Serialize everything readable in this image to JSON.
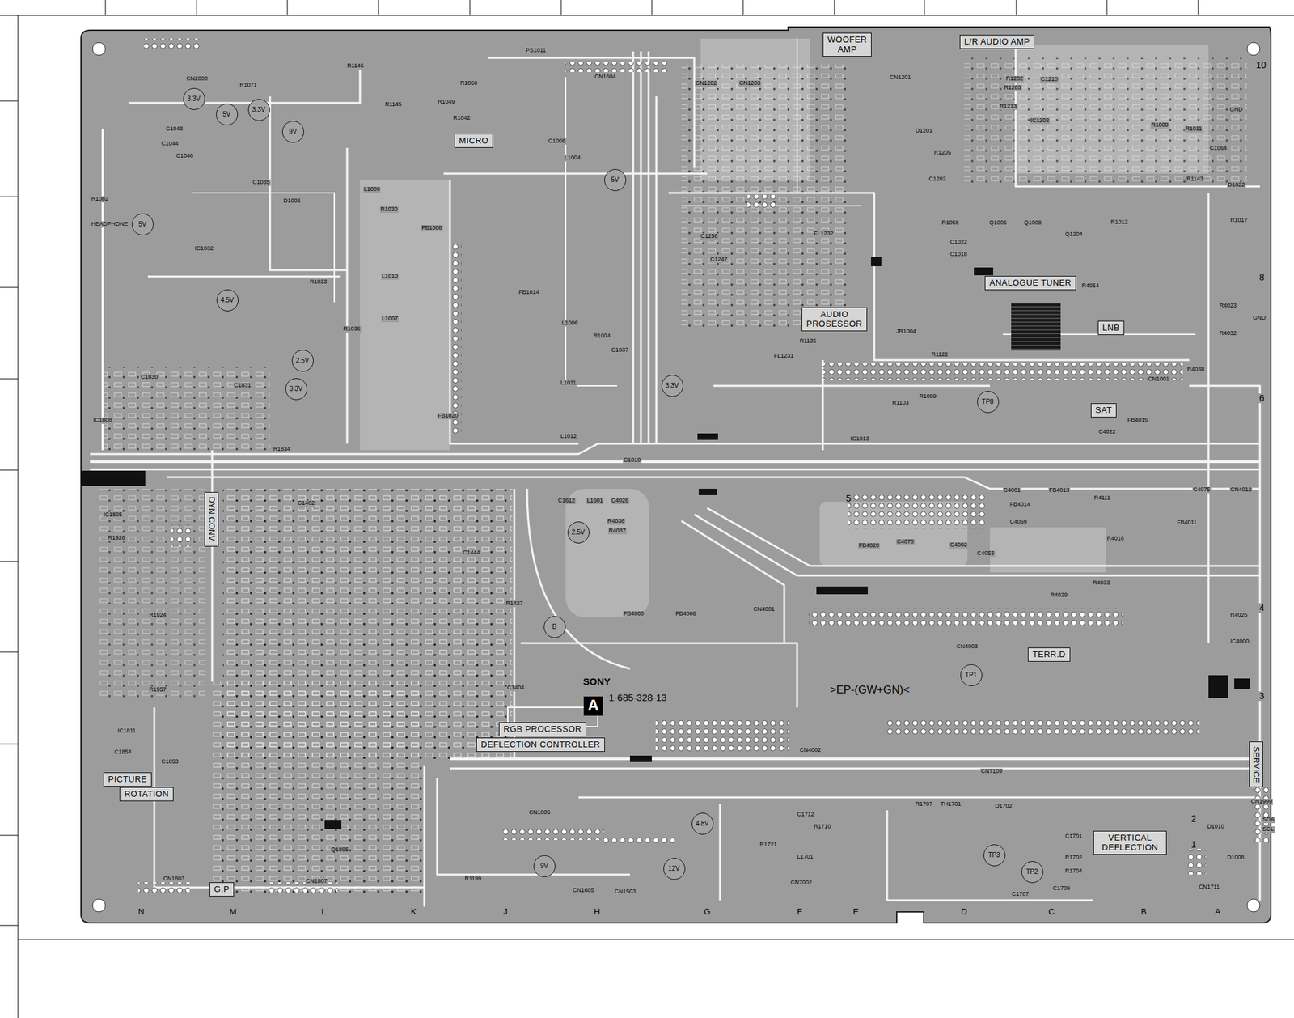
{
  "diagram": {
    "nodes": [
      {
        "text": [
          "WOOFER AMP"
        ]
      },
      {
        "text": [
          "L/R AUDIO AMP"
        ]
      },
      {
        "text": [
          "MICRO"
        ]
      },
      {
        "text": [
          "ANALOGUE TUNER"
        ]
      },
      {
        "text": [
          "AUDIO PROSESSOR"
        ]
      },
      {
        "text": [
          "LNB"
        ]
      },
      {
        "text": [
          "SAT"
        ]
      },
      {
        "text": [
          "DYN.CONV."
        ]
      },
      {
        "text": [
          "TERR.D"
        ]
      },
      {
        "text": [
          "RGB PROCESSOR"
        ]
      },
      {
        "text": [
          "DEFLECTION CONTROLLER"
        ]
      },
      {
        "text": [
          "PICTURE"
        ]
      },
      {
        "text": [
          "ROTATION"
        ]
      },
      {
        "text": [
          "G.P"
        ]
      },
      {
        "text": [
          "VERTICAL DEFLECTION"
        ]
      },
      {
        "text": [
          "SERVICE"
        ]
      },
      {
        "text": [
          "A"
        ]
      },
      {
        "text": [
          "3.3V"
        ]
      },
      {
        "text": [
          "5V"
        ]
      },
      {
        "text": [
          "3.3V"
        ]
      },
      {
        "text": [
          "9V"
        ]
      },
      {
        "text": [
          "5V"
        ]
      },
      {
        "text": [
          "4.5V"
        ]
      },
      {
        "text": [
          "2.5V"
        ]
      },
      {
        "text": [
          "3.3V"
        ]
      },
      {
        "text": [
          "5V"
        ]
      },
      {
        "text": [
          "3.3V"
        ]
      },
      {
        "text": [
          "2.5V"
        ]
      },
      {
        "text": [
          "B"
        ]
      },
      {
        "text": [
          "TP8"
        ]
      },
      {
        "text": [
          "TP1"
        ]
      },
      {
        "text": [
          "4.8V"
        ]
      },
      {
        "text": [
          "9V"
        ]
      },
      {
        "text": [
          "12V"
        ]
      },
      {
        "text": [
          "TP3"
        ]
      },
      {
        "text": [
          "TP2"
        ]
      }
    ],
    "labels": [
      "SONY",
      "1-685-328-13",
      ">EP-(GW+GN)<",
      "N",
      "M",
      "L",
      "K",
      "J",
      "H",
      "G",
      "F",
      "E",
      "D",
      "C",
      "B",
      "A",
      "10",
      "8",
      "6",
      "4",
      "3",
      "2",
      "1",
      "5",
      "CN2000",
      "R1071",
      "R1146",
      "R1145",
      "C1043",
      "C1044",
      "C1046",
      "C1035",
      "D1006",
      "IC1032",
      "R1082",
      "R1030",
      "L1009",
      "L1010",
      "L1007",
      "R1033",
      "R1036",
      "FB1008",
      "FB1014",
      "FB1020",
      "R1050",
      "R1049",
      "R1042",
      "PS1011",
      "CN1604",
      "L1004",
      "C1008",
      "L1006",
      "L1011",
      "L1012",
      "C1010",
      "C1037",
      "R1004",
      "CN1202",
      "CN1203",
      "CN1201",
      "IC1202",
      "R1202",
      "R1203",
      "C1210",
      "R1213",
      "R1205",
      "D1201",
      "C1202",
      "FL1232",
      "C1256",
      "C1247",
      "R1135",
      "FL1231",
      "R1122",
      "JR1004",
      "R1103",
      "R1099",
      "IC1013",
      "R4054",
      "CN1001",
      "C4022",
      "FB4015",
      "C4061",
      "FB4014",
      "FB4013",
      "R4111",
      "C4069",
      "C4002",
      "C4053",
      "C4070",
      "FB4020",
      "FB4011",
      "R4016",
      "C4075",
      "CN4012",
      "R4033",
      "R4029",
      "R4026",
      "IC4000",
      "CN4003",
      "CN4001",
      "FB4000",
      "FB4006",
      "R4036",
      "R4037",
      "C1612",
      "L1601",
      "C4026",
      "CN4002",
      "CN7109",
      "R1707",
      "TH1701",
      "D1702",
      "R1702",
      "R1704",
      "C1701",
      "C1707",
      "C1709",
      "L1701",
      "R1710",
      "R1721",
      "C1712",
      "CN1999",
      "SDA",
      "SCL",
      "CN1711",
      "D1010",
      "D1008",
      "CN1005",
      "CN1503",
      "CN1605",
      "CN7002",
      "CN1807",
      "CN1803",
      "R1199",
      "IC1811",
      "IC1808",
      "IC1805",
      "R1924",
      "R1926",
      "C1854",
      "C1853",
      "R1957",
      "Q1895",
      "R1427",
      "C1444",
      "C1402",
      "C1404",
      "R1834",
      "C1830",
      "C1831",
      "HEADPHONE",
      "GND",
      "GND",
      "R4023",
      "R4032",
      "R4038",
      "R1017",
      "D1022",
      "R1143",
      "C1064",
      "R1012",
      "C1022",
      "C1018",
      "R1058",
      "Q1006",
      "Q1008",
      "Q1204",
      "R1011",
      "R1009"
    ]
  }
}
